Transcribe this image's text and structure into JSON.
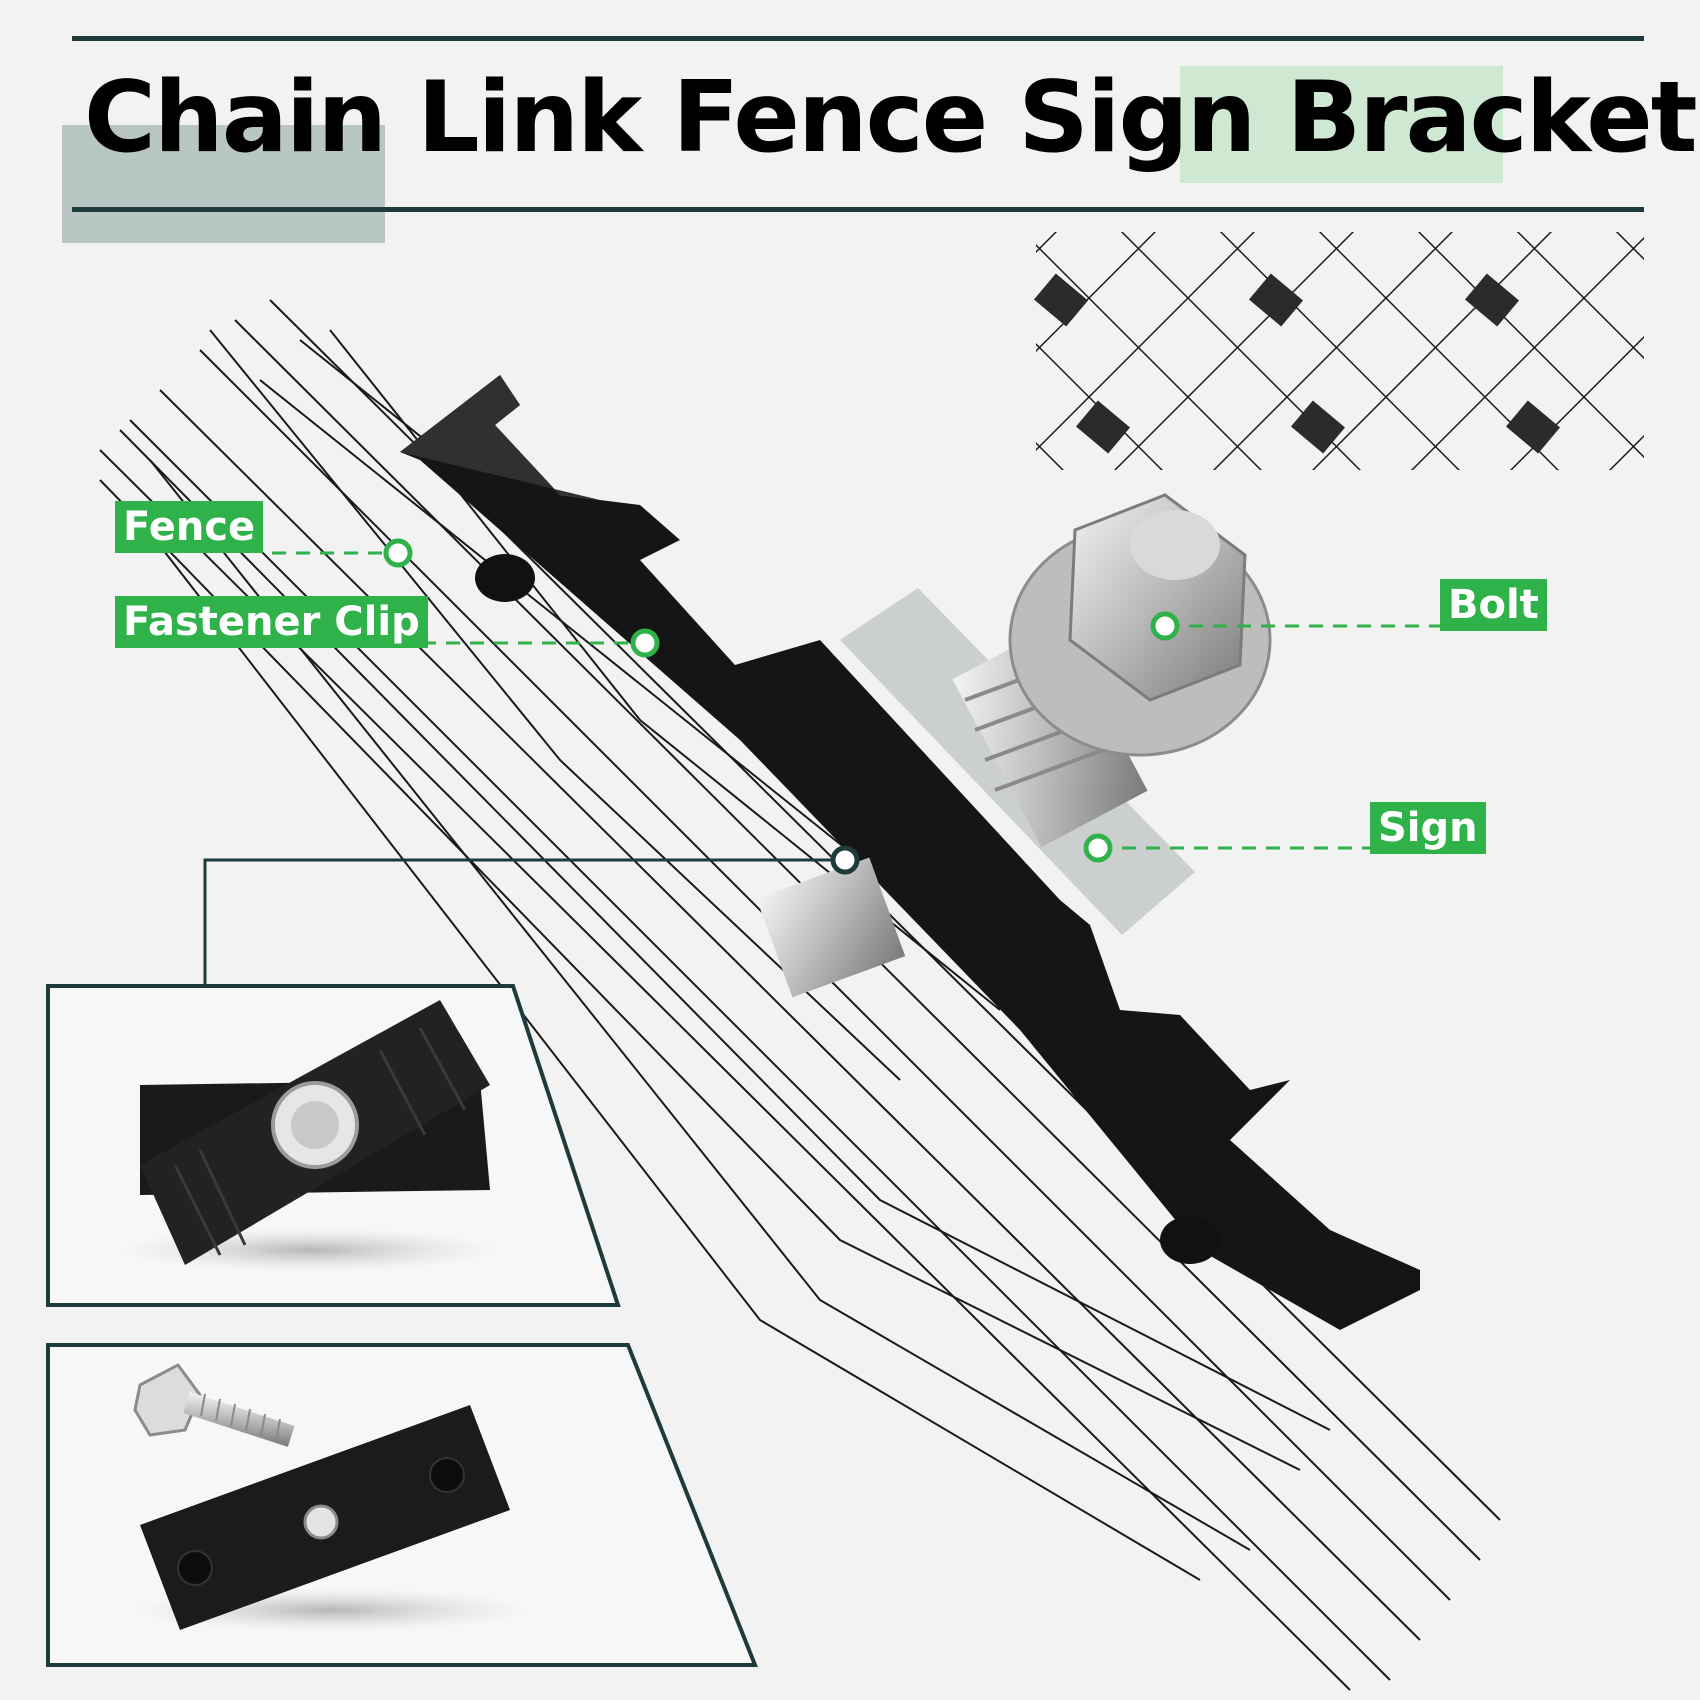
{
  "title": "Chain Link Fence Sign Bracket",
  "labels": {
    "fence": "Fence",
    "fastener_clip": "Fastener Clip",
    "bolt": "Bolt",
    "sign": "Sign"
  },
  "colors": {
    "accent_green": "#2fb24a",
    "dark_teal": "#1e3b3b",
    "highlight_green": "#cfe8d2",
    "highlight_gray": "#b8c7c4",
    "background": "#f2f2f2"
  }
}
